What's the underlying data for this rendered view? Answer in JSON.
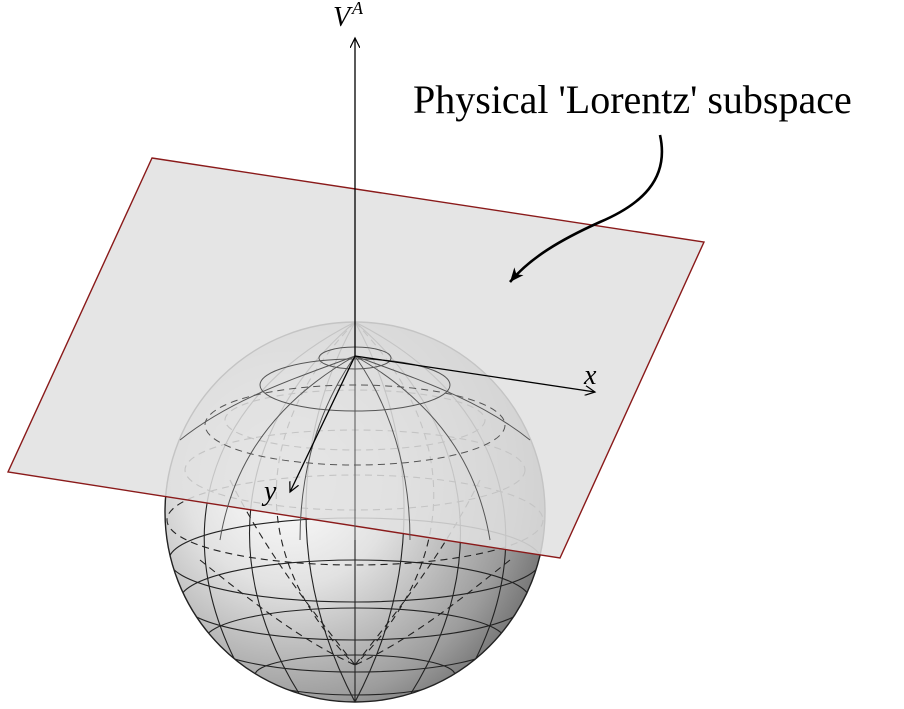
{
  "labels": {
    "vertical_axis": "V",
    "vertical_axis_superscript": "A",
    "x_axis": "x",
    "y_axis": "y",
    "annotation": "Physical 'Lorentz' subspace"
  },
  "colors": {
    "plane_fill": "#e0e0e0",
    "plane_edge": "#8a1a1a",
    "line": "#000000"
  }
}
